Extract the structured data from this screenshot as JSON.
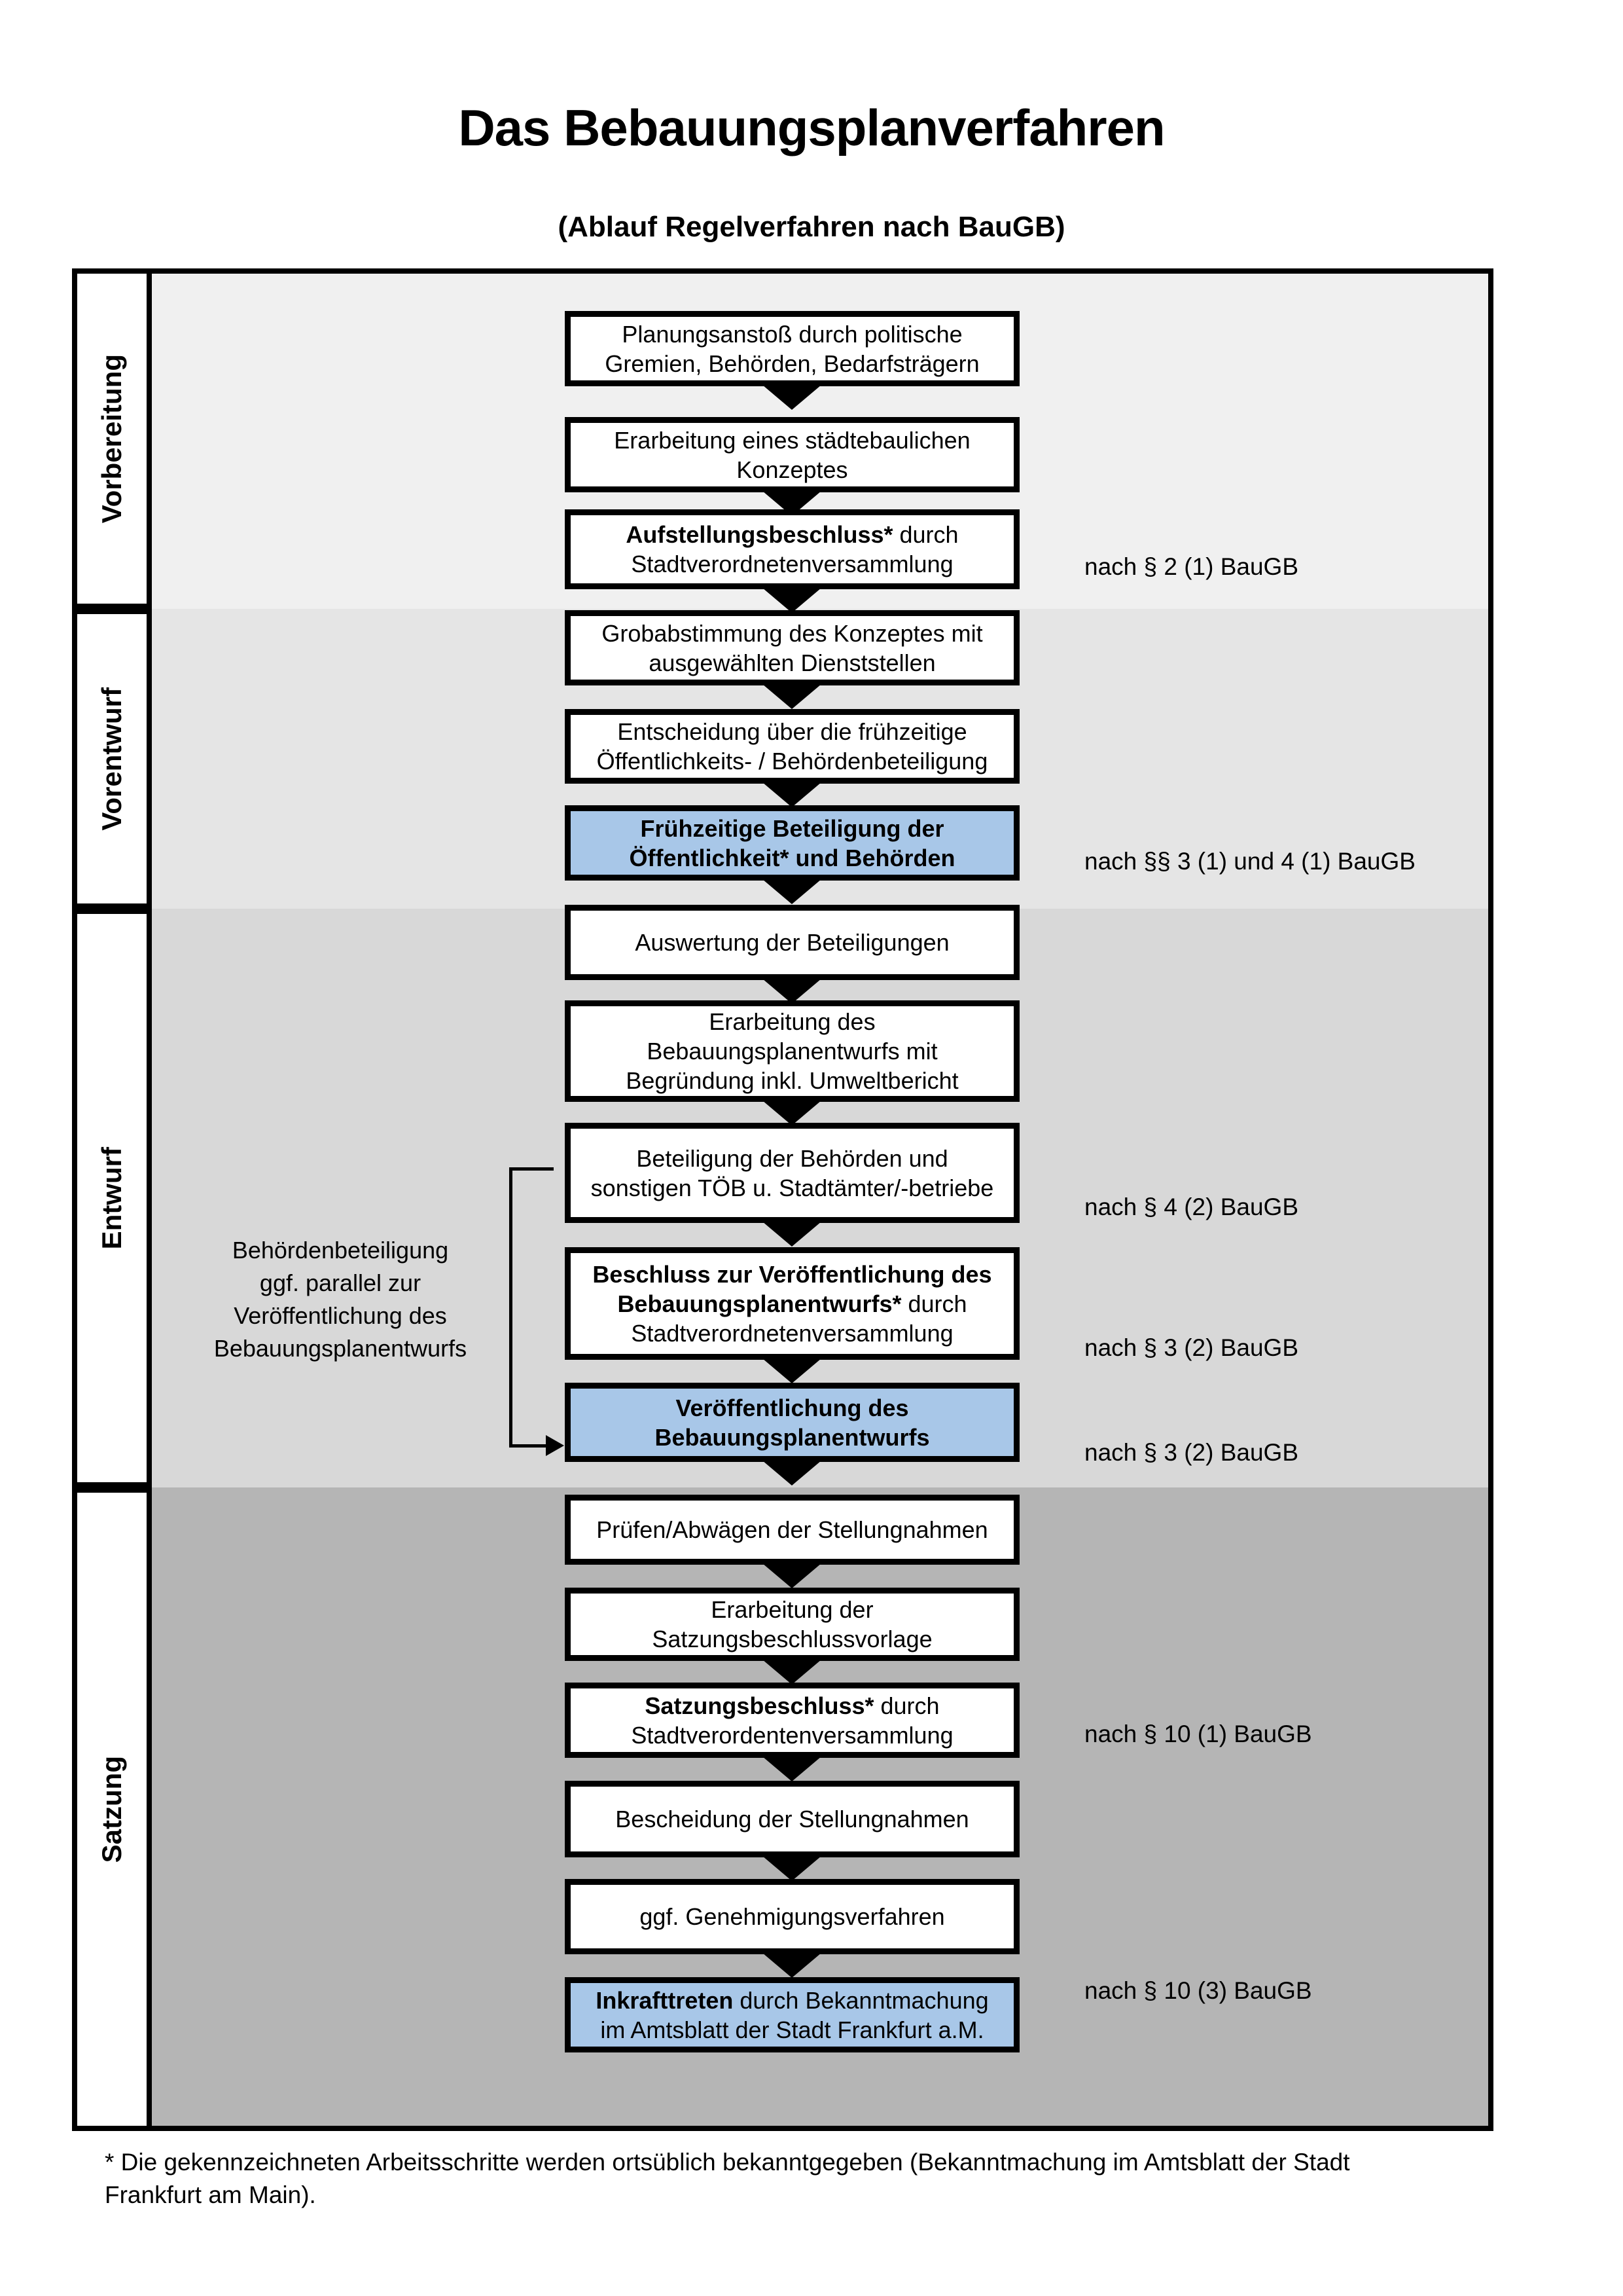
{
  "title": "Das Bebauungsplanverfahren",
  "subtitle": "(Ablauf Regelverfahren nach BauGB)",
  "colors": {
    "highlight_box": "#a8c7e8",
    "box_border": "#000000",
    "phase_backgrounds": [
      "#f0f0f0",
      "#e5e5e5",
      "#d8d8d8",
      "#b5b5b5"
    ]
  },
  "phases": [
    {
      "label": "Vorbereitung"
    },
    {
      "label": "Vorentwurf"
    },
    {
      "label": "Entwurf"
    },
    {
      "label": "Satzung"
    }
  ],
  "flowchart": {
    "boxes": [
      {
        "phase": "Vorbereitung",
        "highlighted": false,
        "segments": [
          {
            "text": "Planungsanstoß durch politische\nGremien, Behörden, Bedarfsträgern",
            "bold": false
          }
        ]
      },
      {
        "phase": "Vorbereitung",
        "highlighted": false,
        "segments": [
          {
            "text": "Erarbeitung eines städtebaulichen\nKonzeptes",
            "bold": false
          }
        ]
      },
      {
        "phase": "Vorbereitung",
        "highlighted": false,
        "segments": [
          {
            "text": "Aufstellungsbeschluss*",
            "bold": true
          },
          {
            "text": " durch\nStadtverordnetenversammlung",
            "bold": false
          }
        ]
      },
      {
        "phase": "Vorentwurf",
        "highlighted": false,
        "segments": [
          {
            "text": "Grobabstimmung des Konzeptes mit\nausgewählten Dienststellen",
            "bold": false
          }
        ]
      },
      {
        "phase": "Vorentwurf",
        "highlighted": false,
        "segments": [
          {
            "text": "Entscheidung über die frühzeitige\nÖffentlichkeits- / Behördenbeteiligung",
            "bold": false
          }
        ]
      },
      {
        "phase": "Vorentwurf",
        "highlighted": true,
        "segments": [
          {
            "text": "Frühzeitige Beteiligung der\nÖffentlichkeit* und Behörden",
            "bold": true
          }
        ]
      },
      {
        "phase": "Entwurf",
        "highlighted": false,
        "segments": [
          {
            "text": "Auswertung der Beteiligungen",
            "bold": false
          }
        ]
      },
      {
        "phase": "Entwurf",
        "highlighted": false,
        "segments": [
          {
            "text": "Erarbeitung des\nBebauungsplanentwurfs mit\nBegründung inkl. Umweltbericht",
            "bold": false
          }
        ]
      },
      {
        "phase": "Entwurf",
        "highlighted": false,
        "segments": [
          {
            "text": "Beteiligung der Behörden und\nsonstigen TÖB u. Stadtämter/-betriebe",
            "bold": false
          }
        ]
      },
      {
        "phase": "Entwurf",
        "highlighted": false,
        "segments": [
          {
            "text": "Beschluss zur Veröffentlichung des\nBebauungsplanentwurfs*",
            "bold": true
          },
          {
            "text": " durch\nStadtverordnetenversammlung",
            "bold": false
          }
        ]
      },
      {
        "phase": "Entwurf",
        "highlighted": true,
        "segments": [
          {
            "text": "Veröffentlichung des\nBebauungsplanentwurfs",
            "bold": true
          }
        ]
      },
      {
        "phase": "Satzung",
        "highlighted": false,
        "segments": [
          {
            "text": "Prüfen/Abwägen der Stellungnahmen",
            "bold": false
          }
        ]
      },
      {
        "phase": "Satzung",
        "highlighted": false,
        "segments": [
          {
            "text": "Erarbeitung der\nSatzungsbeschlussvorlage",
            "bold": false
          }
        ]
      },
      {
        "phase": "Satzung",
        "highlighted": false,
        "segments": [
          {
            "text": "Satzungsbeschluss*",
            "bold": true
          },
          {
            "text": " durch\nStadtverordentenversammlung",
            "bold": false
          }
        ]
      },
      {
        "phase": "Satzung",
        "highlighted": false,
        "segments": [
          {
            "text": "Bescheidung der Stellungnahmen",
            "bold": false
          }
        ]
      },
      {
        "phase": "Satzung",
        "highlighted": false,
        "segments": [
          {
            "text": "ggf. Genehmigungsverfahren",
            "bold": false
          }
        ]
      },
      {
        "phase": "Satzung",
        "highlighted": true,
        "segments": [
          {
            "text": "Inkrafttreten",
            "bold": true
          },
          {
            "text": " durch Bekanntmachung\nim Amtsblatt der Stadt Frankfurt a.M.",
            "bold": false
          }
        ]
      }
    ]
  },
  "references": [
    {
      "text": "nach § 2 (1) BauGB"
    },
    {
      "text": "nach §§ 3 (1) und 4 (1) BauGB"
    },
    {
      "text": "nach § 4 (2) BauGB"
    },
    {
      "text": "nach § 3 (2) BauGB"
    },
    {
      "text": "nach § 3 (2) BauGB"
    },
    {
      "text": "nach § 10 (1) BauGB"
    },
    {
      "text": "nach § 10 (3) BauGB"
    }
  ],
  "annotation": {
    "text": "Behördenbeteiligung\nggf. parallel zur\nVeröffentlichung des\nBebauungsplanentwurfs"
  },
  "footnote": {
    "text": "* Die gekennzeichneten Arbeitsschritte werden ortsüblich bekanntgegeben (Bekanntmachung im Amtsblatt  der Stadt\nFrankfurt am Main)."
  }
}
